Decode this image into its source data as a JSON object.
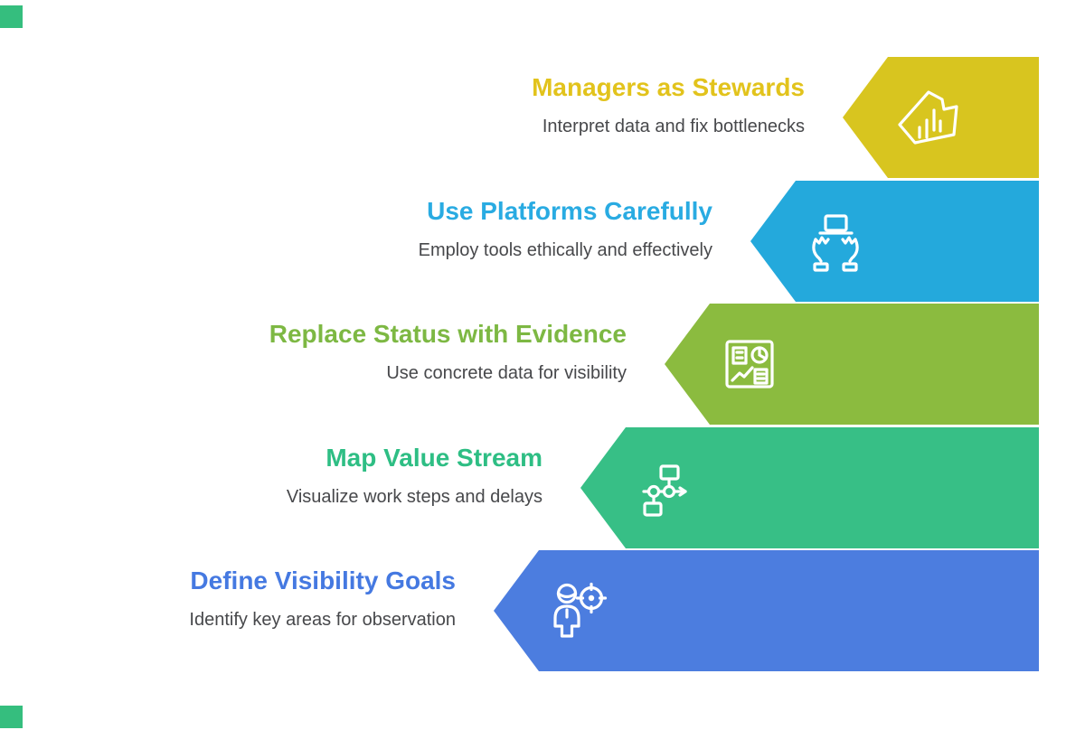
{
  "canvas": {
    "background": "#ffffff"
  },
  "decor": {
    "corner_square_color": "#35BE7E"
  },
  "text": {
    "subtitle_color": "#47484B"
  },
  "steps": [
    {
      "title": "Managers as Stewards",
      "subtitle": "Interpret data and fix bottlenecks",
      "title_color": "#E2C31C",
      "banner_color": "#D8C51F",
      "icon": "bar-chart-doodle-icon"
    },
    {
      "title": "Use Platforms Carefully",
      "subtitle": "Employ tools ethically and effectively",
      "title_color": "#29ABE2",
      "banner_color": "#24A9DC",
      "icon": "hands-holding-laptop-icon"
    },
    {
      "title": "Replace Status with Evidence",
      "subtitle": "Use concrete data for visibility",
      "title_color": "#7DB843",
      "banner_color": "#8BBB3F",
      "icon": "dashboard-charts-icon"
    },
    {
      "title": "Map Value Stream",
      "subtitle": "Visualize work steps and delays",
      "title_color": "#2EBE84",
      "banner_color": "#37BF86",
      "icon": "flowchart-icon"
    },
    {
      "title": "Define Visibility Goals",
      "subtitle": "Identify key areas for observation",
      "title_color": "#4579E1",
      "banner_color": "#4C7DDF",
      "icon": "person-target-icon"
    }
  ]
}
